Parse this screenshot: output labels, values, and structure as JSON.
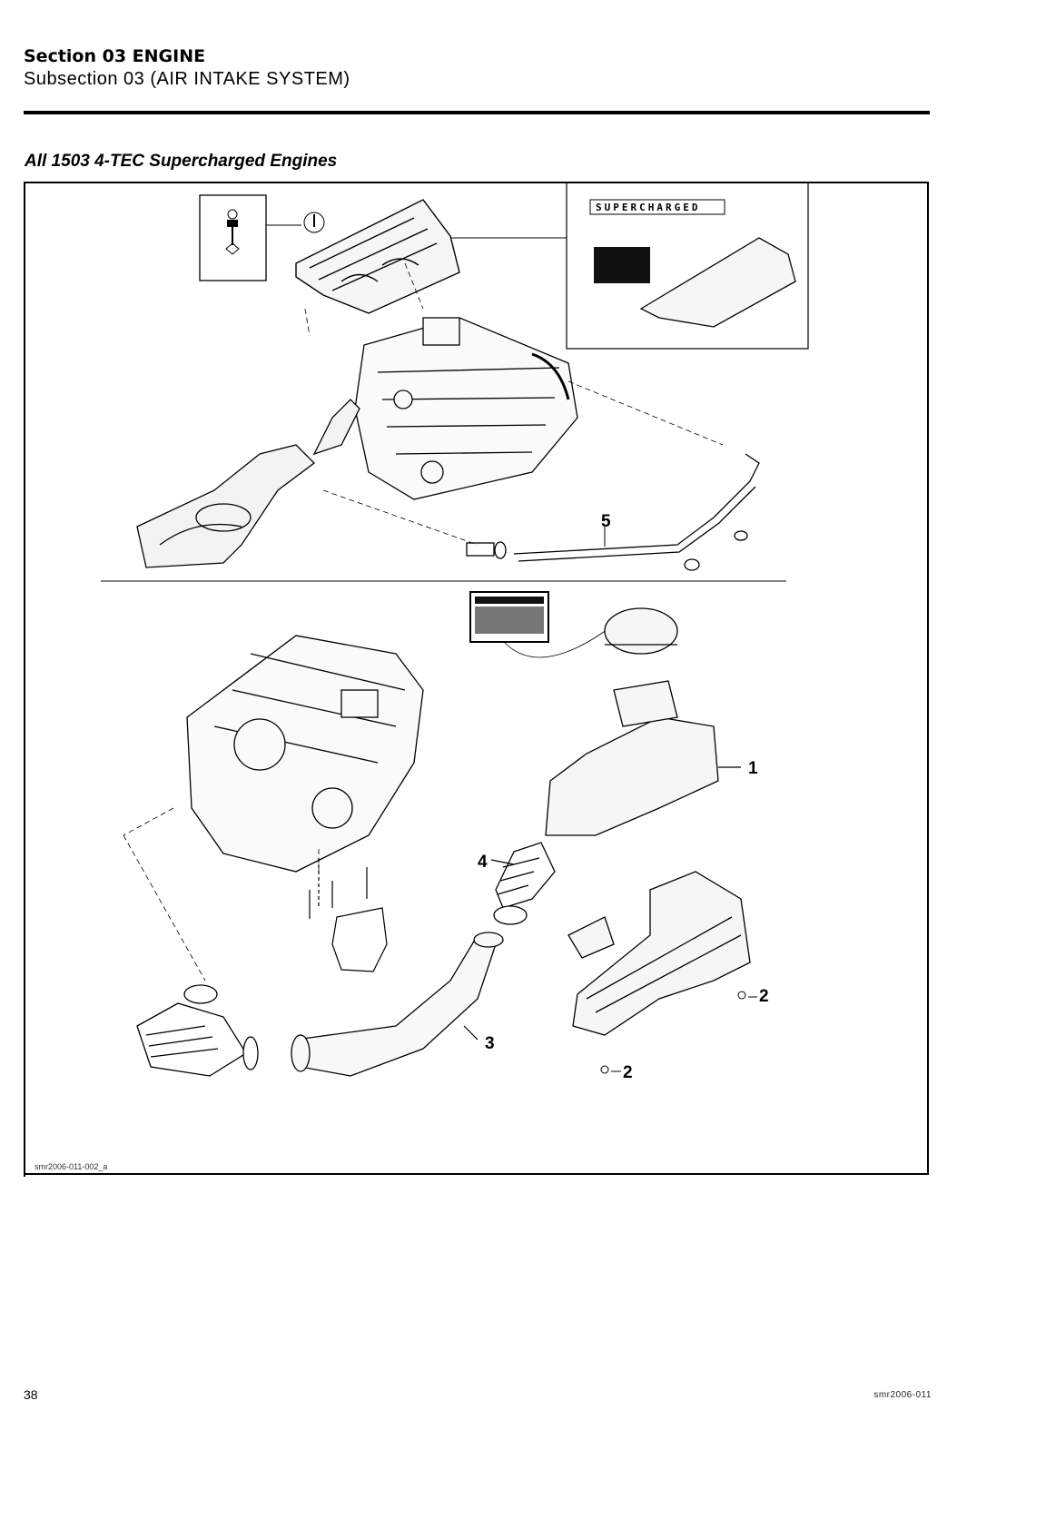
{
  "header": {
    "section": "Section 03 ENGINE",
    "subsection": "Subsection 03 (AIR INTAKE SYSTEM)"
  },
  "figure": {
    "caption": "All 1503 4-TEC Supercharged Engines",
    "callouts": [
      "5",
      "1",
      "4",
      "2",
      "3",
      "2"
    ],
    "reference": "smr2006-011-002_a",
    "decal_text": "SUPERCHARGED"
  },
  "footer": {
    "page_number": "38",
    "doc_code": "smr2006-011"
  }
}
